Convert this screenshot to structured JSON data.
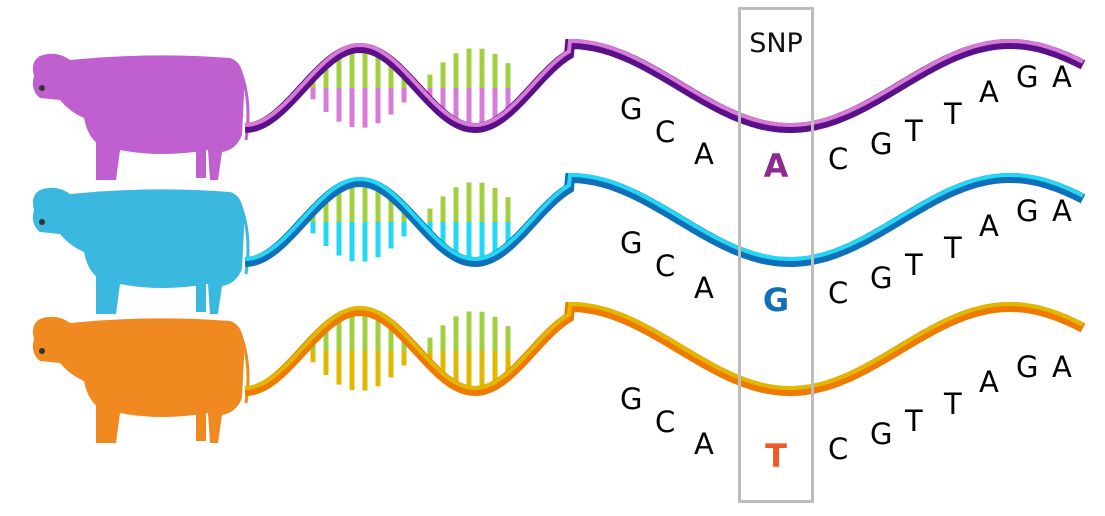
{
  "snp_label": "SNP",
  "rows": [
    {
      "animal": "cow-purple",
      "left": [
        "G",
        "C",
        "A"
      ],
      "snp": "A",
      "right": [
        "C",
        "G",
        "T",
        "T",
        "A",
        "G",
        "A"
      ],
      "colors": {
        "cow": "#c060d0",
        "dark": "#5a1088",
        "light": "#d77ad8",
        "snp": "#8e2a8e",
        "helix2": "#4a9a20",
        "helix2light": "#a0d040"
      }
    },
    {
      "animal": "cow-blue",
      "left": [
        "G",
        "C",
        "A"
      ],
      "snp": "G",
      "right": [
        "C",
        "G",
        "T",
        "T",
        "A",
        "G",
        "A"
      ],
      "colors": {
        "cow": "#3ab8e0",
        "dark": "#0f6fb8",
        "light": "#22d8f4",
        "snp": "#1370b8",
        "helix2": "#4a9a20",
        "helix2light": "#a0d040"
      }
    },
    {
      "animal": "cow-orange",
      "left": [
        "G",
        "C",
        "A"
      ],
      "snp": "T",
      "right": [
        "C",
        "G",
        "T",
        "T",
        "A",
        "G",
        "A"
      ],
      "colors": {
        "cow": "#f08a20",
        "dark": "#f07a00",
        "light": "#e0b800",
        "snp": "#f05a28",
        "helix2": "#4a9a20",
        "helix2light": "#a0d040"
      }
    }
  ]
}
